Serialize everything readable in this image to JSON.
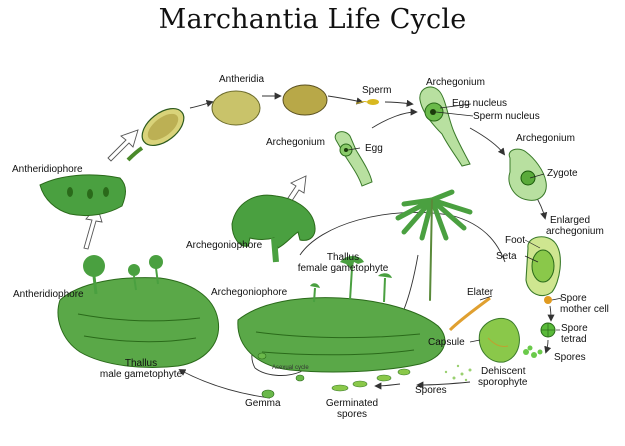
{
  "title": "Marchantia Life Cycle",
  "labels": {
    "antheridia": "Antheridia",
    "sperm": "Sperm",
    "archegonium_top": "Archegonium",
    "egg_nucleus": "Egg nucleus",
    "sperm_nucleus": "Sperm nucleus",
    "archegonium_mid": "Archegonium",
    "egg": "Egg",
    "archegonium_right": "Archegonium",
    "zygote": "Zygote",
    "antheridiophore_top": "Antheridiophore",
    "enlarged_archegonium_1": "Enlarged",
    "enlarged_archegonium_2": "archegonium",
    "foot": "Foot",
    "seta": "Seta",
    "archegoniophore_mid": "Archegoniophore",
    "thallus_female_1": "Thallus",
    "thallus_female_2": "female gametophyte",
    "antheridiophore_left": "Antheridiophore",
    "archegoniophore_low": "Archegoniophore",
    "elater": "Elater",
    "spore_mother_cell_1": "Spore",
    "spore_mother_cell_2": "mother cell",
    "spore_tetrad_1": "Spore",
    "spore_tetrad_2": "tetrad",
    "capsule": "Capsule",
    "spores_right": "Spores",
    "asexual_cycle": "Asexual cycle",
    "thallus_male_1": "Thallus",
    "thallus_male_2": "male gametophyte",
    "dehiscent_1": "Dehiscent",
    "dehiscent_2": "sporophyte",
    "spores_bottom": "Spores",
    "gemma": "Gemma",
    "germinated_1": "Germinated",
    "germinated_2": "spores"
  }
}
